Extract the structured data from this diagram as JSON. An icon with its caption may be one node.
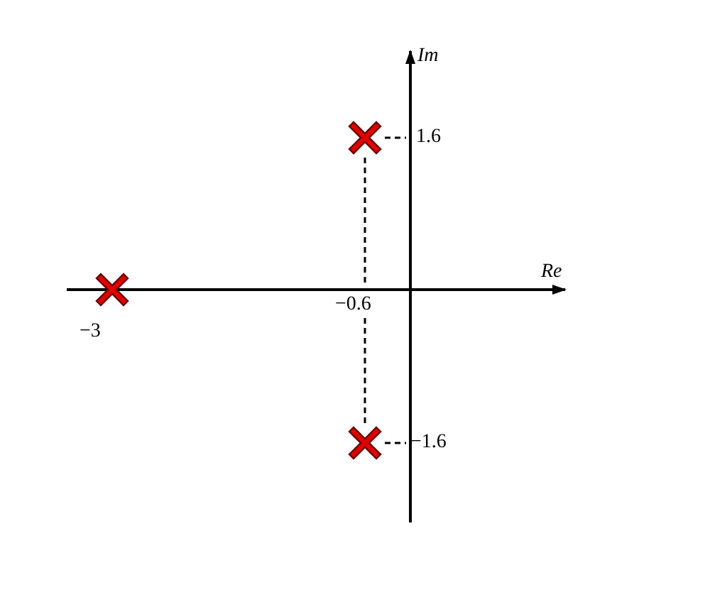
{
  "diagram": {
    "nodes": [
      {
        "text": [],
        "shape": "cross"
      },
      {
        "text": [],
        "shape": "cross"
      },
      {
        "text": [],
        "shape": "cross"
      }
    ],
    "labels": [
      "Im",
      "Re",
      "1.6",
      "−0.6",
      "−3",
      "−1.6"
    ]
  }
}
